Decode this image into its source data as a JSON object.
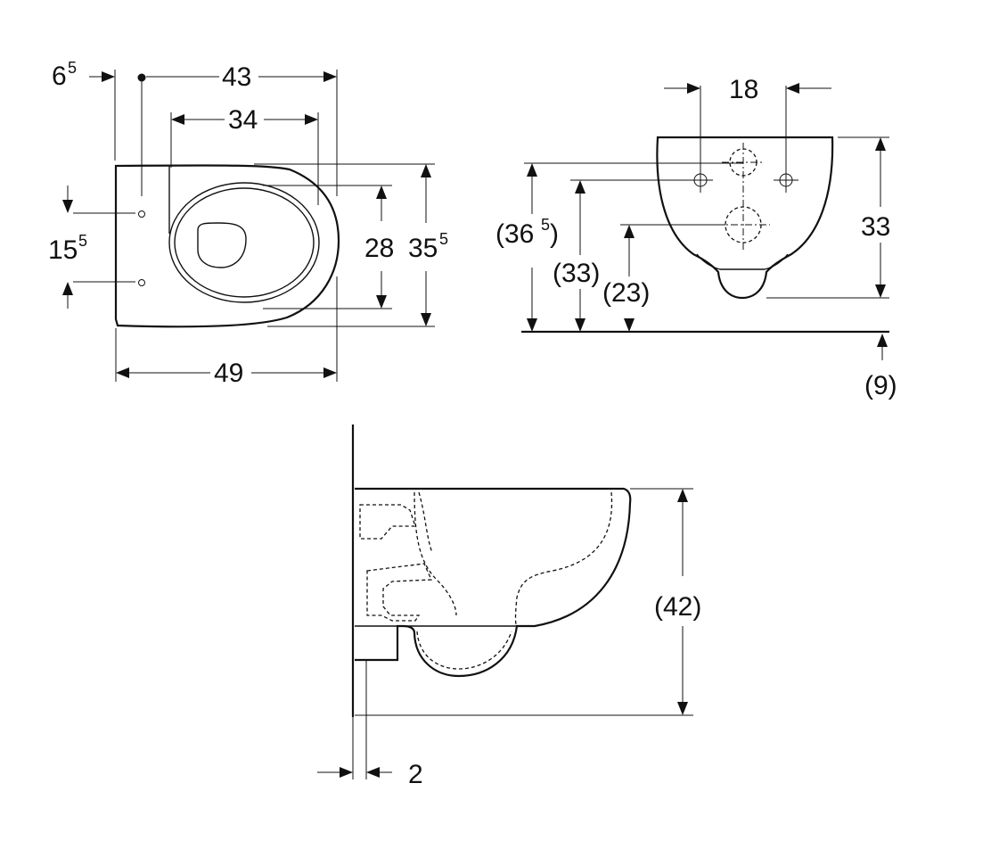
{
  "labels": {
    "top_offset": "6",
    "top_offset_sup": "5",
    "width_43": "43",
    "width_34": "34",
    "hole_spacing": "15",
    "hole_spacing_sup": "5",
    "depth_28": "28",
    "depth_355": "35",
    "depth_355_sup": "5",
    "length_49": "49",
    "bolt_spacing": "18",
    "height_365_open": "(36",
    "height_365_sup": "5",
    "height_365_close": ")",
    "height_33_paren": "(33)",
    "height_23": "(23)",
    "height_33": "33",
    "floor_9": "(9)",
    "height_42": "(42)",
    "wall_gap": "2"
  }
}
